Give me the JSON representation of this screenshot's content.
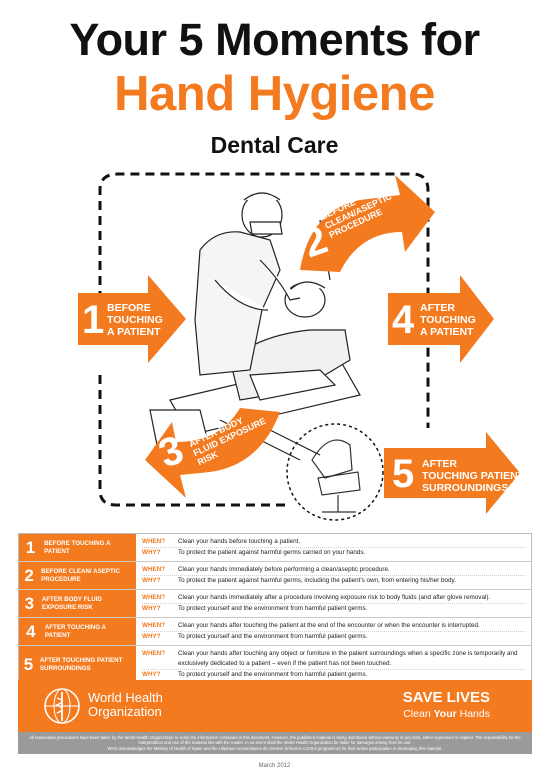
{
  "header": {
    "title_line1": "Your 5 Moments for",
    "title_line2": "Hand Hygiene",
    "subtitle": "Dental Care"
  },
  "diagram": {
    "moment1": {
      "num": "1",
      "line1": "BEFORE",
      "line2": "TOUCHING",
      "line3": "A PATIENT"
    },
    "moment2": {
      "num": "2",
      "line1": "BEFORE",
      "line2": "CLEAN/ASEPTIC",
      "line3": "PROCEDURE"
    },
    "moment3": {
      "num": "3",
      "line1": "AFTER BODY",
      "line2": "FLUID EXPOSURE",
      "line3": "RISK"
    },
    "moment4": {
      "num": "4",
      "line1": "AFTER",
      "line2": "TOUCHING",
      "line3": "A PATIENT"
    },
    "moment5": {
      "num": "5",
      "line1": "AFTER",
      "line2": "TOUCHING PATIENT",
      "line3": "SURROUNDINGS"
    }
  },
  "table": {
    "when_label": "WHEN?",
    "why_label": "WHY?",
    "rows": [
      {
        "num": "1",
        "title": "BEFORE TOUCHING A PATIENT",
        "when": "Clean your hands before touching a patient.",
        "why": "To protect the patient against harmful germs carried on your hands."
      },
      {
        "num": "2",
        "title": "BEFORE CLEAN/ ASEPTIC PROCEDURE",
        "when": "Clean your hands immediately before performing a clean/aseptic procedure.",
        "why": "To protect the patient against harmful germs, including the patient's own, from entering his/her body."
      },
      {
        "num": "3",
        "title": "AFTER BODY FLUID EXPOSURE RISK",
        "when": "Clean your hands immediately after a procedure involving exposure risk to body fluids (and after glove removal).",
        "why": "To protect yourself and the environment from harmful patient germs."
      },
      {
        "num": "4",
        "title": "AFTER TOUCHING A PATIENT",
        "when": "Clean your hands after touching the patient at the end of the encounter or when the encounter is interrupted.",
        "why": "To protect yourself and the environment from harmful patient germs."
      },
      {
        "num": "5",
        "title": "AFTER TOUCHING PATIENT SURROUNDINGS",
        "when": "Clean your hands after touching any object or furniture in the patient surroundings when a specific zone is temporarily and exclusively dedicated to a patient – even if the patient has not been touched.",
        "why": "To protect yourself and the environment from harmful patient germs."
      }
    ]
  },
  "footer": {
    "org_line1": "World Health",
    "org_line2": "Organization",
    "slogan1": "SAVE LIVES",
    "slogan2_pre": "Clean ",
    "slogan2_bold": "Your",
    "slogan2_post": " Hands",
    "disclaimer_line1": "All reasonable precautions have been taken by the World Health Organization to verify the information contained in this document. However, the published material is being distributed without warranty of any kind, either expressed or implied. The responsibility for the interpretation and use of the material lies with the reader. In no event shall the World Health Organization be liable for damages arising from its use.",
    "disclaimer_line2": "WHO acknowledges the Ministry of Health of Spain and the Hôpitaux Universitaires de Genève (Infection Control programme) for their active participation in developing this material.",
    "date": "March 2012"
  },
  "colors": {
    "accent": "#f47a20",
    "gray": "#9a9a9a"
  }
}
